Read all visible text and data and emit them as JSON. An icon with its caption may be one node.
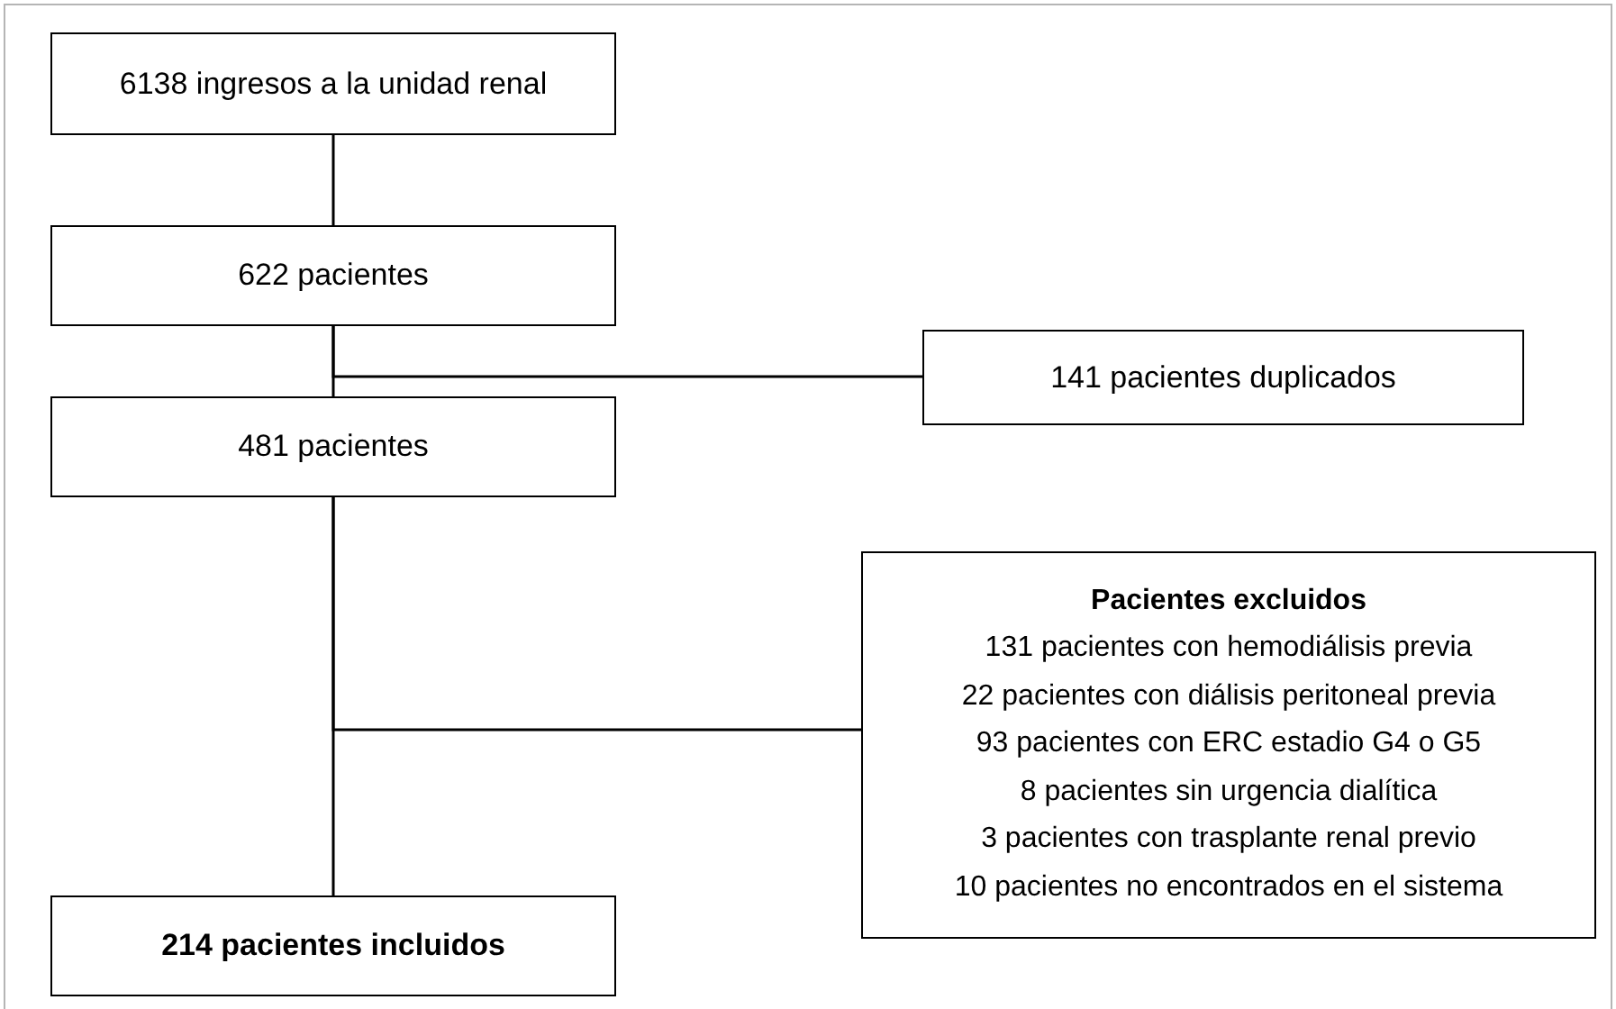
{
  "diagram": {
    "nodes": [
      {
        "text": [
          "6138 ingresos a la unidad renal"
        ]
      },
      {
        "text": [
          "622 pacientes"
        ]
      },
      {
        "text": [
          "141 pacientes duplicados"
        ]
      },
      {
        "text": [
          "481 pacientes"
        ]
      },
      {
        "text": [
          "Pacientes excluidos",
          "131 pacientes con hemodiálisis previa",
          "22 pacientes con diálisis peritoneal previa",
          "93 pacientes con ERC estadio G4 o G5",
          "8 pacientes sin urgencia dialítica",
          "3 pacientes con trasplante renal previo",
          "10 pacientes no encontrados en el sistema"
        ]
      },
      {
        "text": [
          "214 pacientes incluidos"
        ]
      }
    ],
    "edges": [
      {
        "from": 0,
        "to": 1,
        "arrow": "none"
      },
      {
        "from": 1,
        "to": 3,
        "arrow": "none"
      },
      {
        "from": 1,
        "to": 2,
        "arrow": "none"
      },
      {
        "from": 3,
        "to": 5,
        "arrow": "none"
      },
      {
        "from": 3,
        "to": 4,
        "arrow": "none"
      }
    ]
  }
}
